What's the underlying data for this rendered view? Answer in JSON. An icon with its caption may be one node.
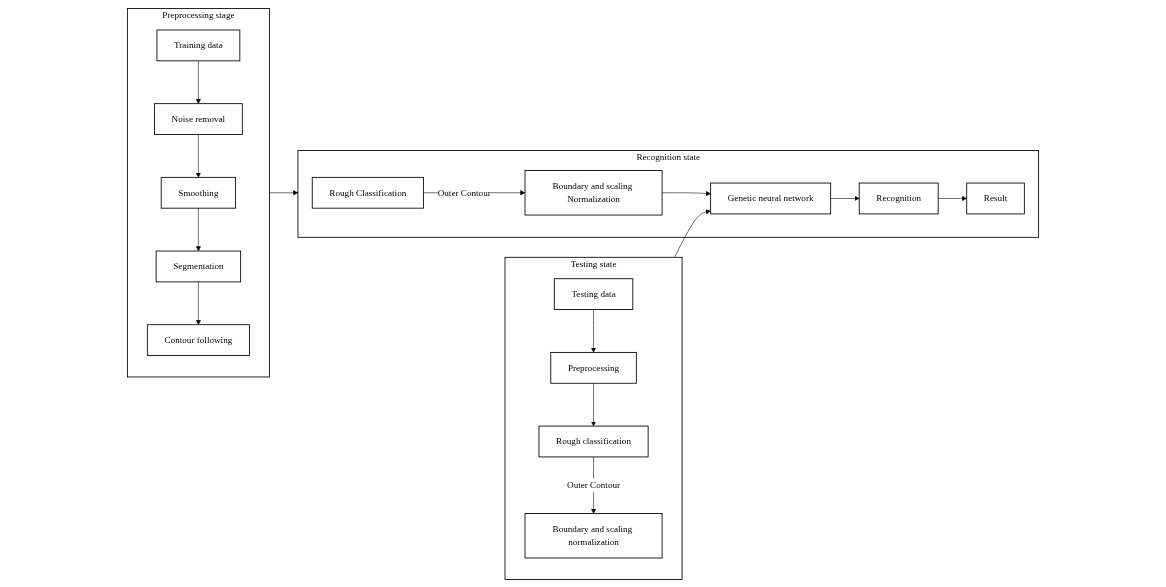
{
  "diagram": {
    "nodes": [
      {
        "text": [
          "Preprocessing stage"
        ]
      },
      {
        "text": [
          "Training data"
        ],
        "in": 0
      },
      {
        "text": [
          "Noise removal"
        ],
        "in": 0
      },
      {
        "text": [
          "Smoothing"
        ],
        "in": 0
      },
      {
        "text": [
          "Segmentation"
        ],
        "in": 0
      },
      {
        "text": [
          "Contour following"
        ],
        "in": 0
      },
      {
        "text": [
          "Recognition state"
        ]
      },
      {
        "text": [
          "Rough Classification"
        ],
        "in": 6
      },
      {
        "text": [
          "Boundary and scaling Normalization"
        ],
        "in": 6
      },
      {
        "text": [
          "Genetic neural network"
        ],
        "in": 6
      },
      {
        "text": [
          "Recognition"
        ],
        "in": 6
      },
      {
        "text": [
          "Result"
        ],
        "in": 6
      },
      {
        "text": [
          "Testing state"
        ]
      },
      {
        "text": [
          "Testing data"
        ],
        "in": 12
      },
      {
        "text": [
          "Preprocessing"
        ],
        "in": 12
      },
      {
        "text": [
          "Rough classification"
        ],
        "in": 12
      },
      {
        "text": [
          "Boundary and scaling normalization"
        ],
        "in": 12
      }
    ],
    "edges": [
      {
        "from": 1,
        "to": 2,
        "arrow": "to"
      },
      {
        "from": 2,
        "to": 3,
        "arrow": "to"
      },
      {
        "from": 3,
        "to": 4,
        "arrow": "to"
      },
      {
        "from": 4,
        "to": 5,
        "arrow": "to"
      },
      {
        "from": 0,
        "to": 6,
        "arrow": "to"
      },
      {
        "from": 7,
        "to": 8,
        "arrow": "to",
        "label": "Outer Contour"
      },
      {
        "from": 8,
        "to": 9,
        "arrow": "to"
      },
      {
        "from": 9,
        "to": 10,
        "arrow": "to"
      },
      {
        "from": 10,
        "to": 11,
        "arrow": "to"
      },
      {
        "from": 12,
        "to": 9,
        "arrow": "to"
      },
      {
        "from": 13,
        "to": 14,
        "arrow": "to"
      },
      {
        "from": 14,
        "to": 15,
        "arrow": "to"
      },
      {
        "from": 15,
        "to": 16,
        "arrow": "to",
        "label": "Outer Contour"
      }
    ]
  }
}
